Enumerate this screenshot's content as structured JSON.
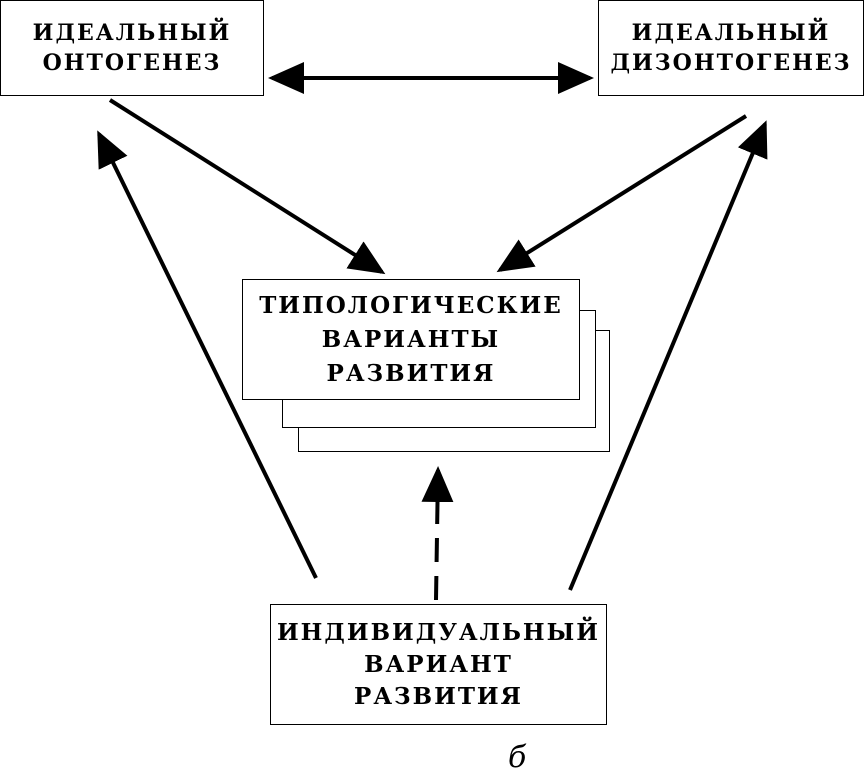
{
  "diagram": {
    "nodes": {
      "ideal_ontogenesis": {
        "lines": [
          "ИДЕАЛЬНЫЙ",
          "ОНТОГЕНЕЗ"
        ]
      },
      "ideal_dysontogenesis": {
        "lines": [
          "ИДЕАЛЬНЫЙ",
          "ДИЗОНТОГЕНЕЗ"
        ]
      },
      "typological_variants": {
        "lines": [
          "ТИПОЛОГИЧЕСКИЕ",
          "ВАРИАНТЫ",
          "РАЗВИТИЯ"
        ]
      },
      "individual_variant": {
        "lines": [
          "ИНДИВИДУАЛЬНЫЙ",
          "ВАРИАНТ",
          "РАЗВИТИЯ"
        ]
      }
    },
    "edges": [
      {
        "from": "ideal_ontogenesis",
        "to": "ideal_dysontogenesis",
        "style": "solid",
        "direction": "both"
      },
      {
        "from": "ideal_ontogenesis",
        "to": "typological_variants",
        "style": "solid",
        "direction": "forward"
      },
      {
        "from": "ideal_dysontogenesis",
        "to": "typological_variants",
        "style": "solid",
        "direction": "forward"
      },
      {
        "from": "individual_variant",
        "to": "ideal_ontogenesis",
        "style": "solid",
        "direction": "forward"
      },
      {
        "from": "individual_variant",
        "to": "ideal_dysontogenesis",
        "style": "solid",
        "direction": "forward"
      },
      {
        "from": "individual_variant",
        "to": "typological_variants",
        "style": "dashed",
        "direction": "forward"
      }
    ],
    "figure_label": "б",
    "colors": {
      "line": "#000000",
      "background": "#ffffff",
      "box_border": "#000000"
    }
  }
}
